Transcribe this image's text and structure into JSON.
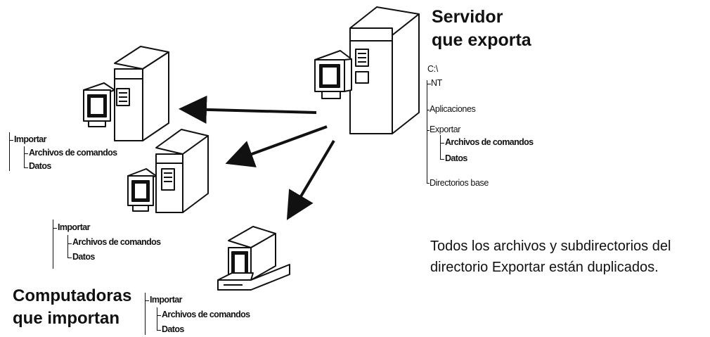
{
  "server": {
    "title_line1": "Servidor",
    "title_line2": "que exporta",
    "tree": {
      "root": "C:\\",
      "nt": "NT",
      "applications": "Aplicaciones",
      "export": "Exportar",
      "command_files": "Archivos de comandos",
      "data": "Datos",
      "base_dirs": "Directorios base"
    }
  },
  "description_line1": "Todos los archivos y subdirectorios del",
  "description_line2": "directorio Exportar están duplicados.",
  "importers": {
    "title_line1": "Computadoras",
    "title_line2": "que importan",
    "trees": [
      {
        "import": "Importar",
        "command_files": "Archivos de comandos",
        "data": "Datos"
      },
      {
        "import": "Importar",
        "command_files": "Archivos de comandos",
        "data": "Datos"
      },
      {
        "import": "Importar",
        "command_files": "Archivos de comandos",
        "data": "Datos"
      }
    ]
  }
}
